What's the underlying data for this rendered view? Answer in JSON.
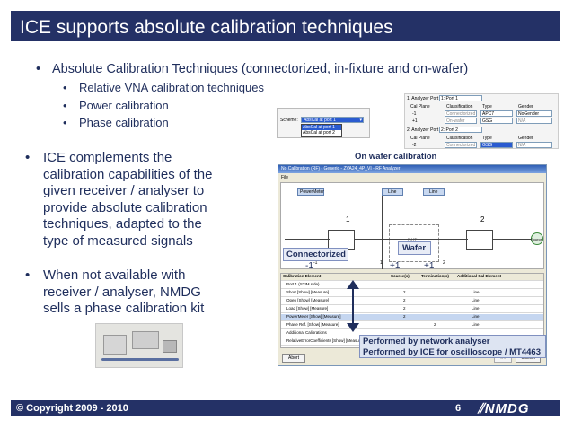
{
  "slide": {
    "title": "ICE supports absolute calibration techniques",
    "bullet_main": "Absolute Calibration Techniques (connectorized, in-fixture and on-wafer)",
    "sub_bullets": [
      "Relative VNA calibration techniques",
      "Power calibration",
      "Phase calibration"
    ],
    "bullet_ice": [
      "ICE complements the",
      "calibration capabilities of the",
      "given receiver / analyser to",
      "provide absolute calibration",
      "techniques, adapted to the",
      "type of measured signals"
    ],
    "bullet_nmdg": [
      "When not available with",
      "receiver / analyser, NMDG",
      "sells a phase calibration kit"
    ],
    "bullet_symbol": "•",
    "sub_bullet_symbol": "•"
  },
  "scheme_dialog": {
    "label": "Scheme:",
    "selected": "AbsCal at port 1",
    "options": [
      "AbsCal at port 1",
      "AbsCal at port 2"
    ]
  },
  "port_config": {
    "port1": {
      "label": "1: Analyzer Port",
      "value": "1: Port 1",
      "headers": [
        "Cal Plane",
        "Classification",
        "Type",
        "Gender"
      ],
      "row": [
        "-1",
        "Connectorized",
        "APC7",
        "NoGender"
      ],
      "row2": [
        "+1",
        "On-wafer",
        "GSG",
        "N/A"
      ]
    },
    "port2": {
      "label": "2: Analyzer Port",
      "value": "2: Port 2",
      "headers": [
        "Cal Plane",
        "Classification",
        "Type",
        "Gender"
      ],
      "row": [
        "-2",
        "Connectorized",
        "GSG",
        "N/A"
      ]
    }
  },
  "callouts": {
    "on_wafer": "On wafer calibration",
    "connectorized": "Connectorized",
    "wafer": "Wafer",
    "performed_line1": "Performed by network analyser",
    "performed_line2": "Performed by ICE for oscilloscope / MT4463"
  },
  "cal_window": {
    "title": "No Calibration (RF) - Generic - ZVA24_4P_VI - RF Analyzer",
    "menu": "File",
    "power_meter": "PowerMeter",
    "line1": "Line",
    "line2": "Line",
    "port1": "1",
    "port2": "2",
    "dut": "DUT",
    "source": "Source",
    "planes": [
      "-1",
      "+1",
      "+1"
    ],
    "plane_markers": [
      "-1",
      "1",
      "2"
    ],
    "grid_headers": [
      "Calibration Element",
      "Source(s)",
      "Termination(s)",
      "Additional Cal Element"
    ],
    "grid_rows": [
      {
        "name": "Port 1 (STIM side)",
        "src": "",
        "term": "",
        "add": "",
        "selected": false
      },
      {
        "name": "Short  [Show] [Measure]",
        "src": "2",
        "term": "",
        "add": "Line",
        "selected": false
      },
      {
        "name": "Open  [Show] [Measure]",
        "src": "2",
        "term": "",
        "add": "Line",
        "selected": false
      },
      {
        "name": "Load  [Show] [Measure]",
        "src": "2",
        "term": "",
        "add": "Line",
        "selected": false
      },
      {
        "name": "PowerMeter  [Show] [Measure]",
        "src": "2",
        "term": "",
        "add": "Line",
        "selected": true
      },
      {
        "name": "Phase Ref.  [Show] [Measure]",
        "src": "",
        "term": "2",
        "add": "Line",
        "selected": false
      },
      {
        "name": "Additional Calibrations",
        "src": "",
        "term": "",
        "add": "",
        "selected": false
      },
      {
        "name": "RelativeErrorCoefficients  [Show] [Measure]",
        "src": "",
        "term": "",
        "add": "",
        "selected": false
      }
    ],
    "abort": "Abort",
    "ok": "Ok",
    "cancel": "Cancel"
  },
  "footer": {
    "copyright": "© Copyright 2009 - 2010",
    "page": "6",
    "logo": "NMDG"
  },
  "colors": {
    "primary": "#243166",
    "text": "#1f2e5c",
    "window_bg": "#ece9d8"
  }
}
